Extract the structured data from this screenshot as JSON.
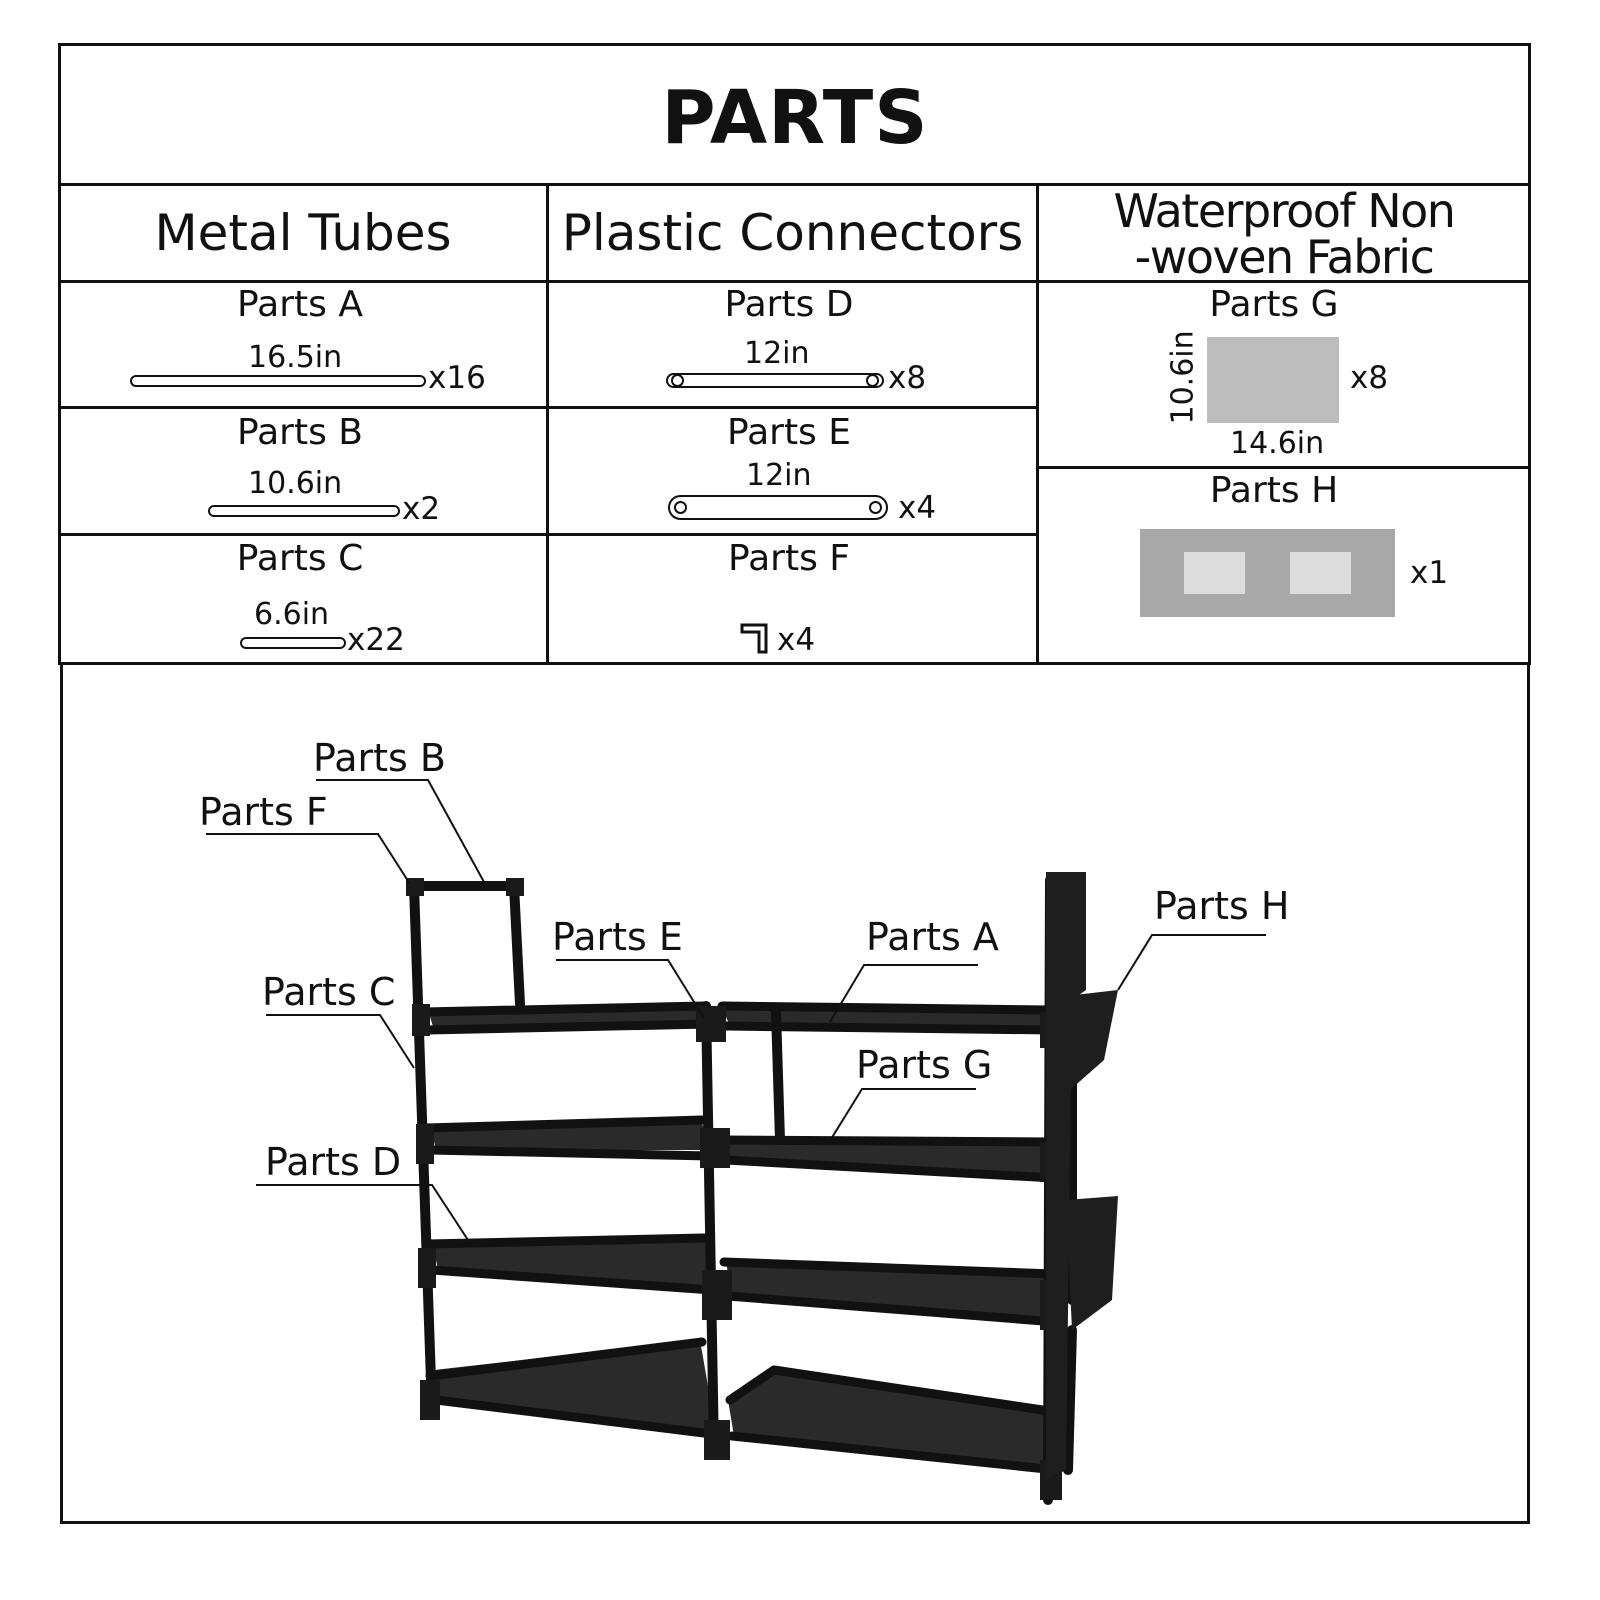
{
  "title": "PARTS",
  "columns": {
    "metal_tubes": "Metal Tubes",
    "plastic_connectors": "Plastic Connectors",
    "fabric_line1": "Waterproof Non",
    "fabric_line2": "-woven Fabric"
  },
  "parts": {
    "a": {
      "name": "Parts A",
      "dim": "16.5in",
      "qty": "x16"
    },
    "b": {
      "name": "Parts B",
      "dim": "10.6in",
      "qty": "x2"
    },
    "c": {
      "name": "Parts C",
      "dim": "6.6in",
      "qty": "x22"
    },
    "d": {
      "name": "Parts D",
      "dim": "12in",
      "qty": "x8"
    },
    "e": {
      "name": "Parts E",
      "dim": "12in",
      "qty": "x4"
    },
    "f": {
      "name": "Parts F",
      "qty": "x4"
    },
    "g": {
      "name": "Parts G",
      "dim_h": "10.6in",
      "dim_w": "14.6in",
      "qty": "x8"
    },
    "h": {
      "name": "Parts H",
      "qty": "x1"
    }
  },
  "callouts": {
    "b": "Parts B",
    "f": "Parts F",
    "e": "Parts E",
    "a": "Parts A",
    "h": "Parts H",
    "c": "Parts C",
    "g": "Parts G",
    "d": "Parts D"
  },
  "colors": {
    "line": "#111111",
    "fabric_gray": "#bdbdbd",
    "organizer_gray": "#a8a8a8",
    "pocket_light": "#dcdcdc",
    "shelf_black": "#2a2a2a"
  }
}
